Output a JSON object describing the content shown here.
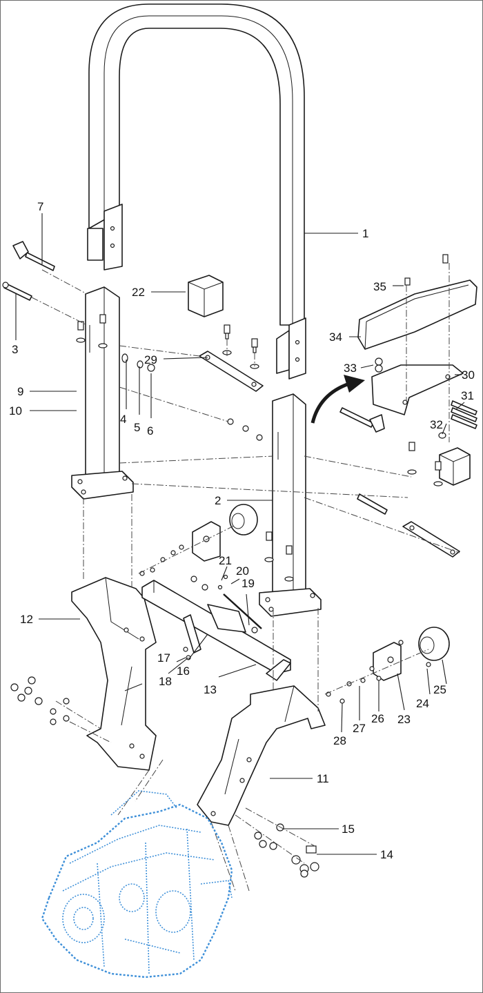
{
  "diagram": {
    "accent_color": "#3d8fd8",
    "callouts": [
      {
        "id": "1",
        "label": "1"
      },
      {
        "id": "2",
        "label": "2"
      },
      {
        "id": "3",
        "label": "3"
      },
      {
        "id": "4",
        "label": "4"
      },
      {
        "id": "5",
        "label": "5"
      },
      {
        "id": "6",
        "label": "6"
      },
      {
        "id": "7",
        "label": "7"
      },
      {
        "id": "9",
        "label": "9"
      },
      {
        "id": "10",
        "label": "10"
      },
      {
        "id": "11",
        "label": "11"
      },
      {
        "id": "12",
        "label": "12"
      },
      {
        "id": "13",
        "label": "13"
      },
      {
        "id": "14",
        "label": "14"
      },
      {
        "id": "15",
        "label": "15"
      },
      {
        "id": "16",
        "label": "16"
      },
      {
        "id": "17",
        "label": "17"
      },
      {
        "id": "18",
        "label": "18"
      },
      {
        "id": "19",
        "label": "19"
      },
      {
        "id": "20",
        "label": "20"
      },
      {
        "id": "21",
        "label": "21"
      },
      {
        "id": "22",
        "label": "22"
      },
      {
        "id": "23",
        "label": "23"
      },
      {
        "id": "24",
        "label": "24"
      },
      {
        "id": "25",
        "label": "25"
      },
      {
        "id": "26",
        "label": "26"
      },
      {
        "id": "27",
        "label": "27"
      },
      {
        "id": "28",
        "label": "28"
      },
      {
        "id": "29",
        "label": "29"
      },
      {
        "id": "30",
        "label": "30"
      },
      {
        "id": "31",
        "label": "31"
      },
      {
        "id": "32",
        "label": "32"
      },
      {
        "id": "33",
        "label": "33"
      },
      {
        "id": "34",
        "label": "34"
      },
      {
        "id": "35",
        "label": "35"
      }
    ]
  }
}
